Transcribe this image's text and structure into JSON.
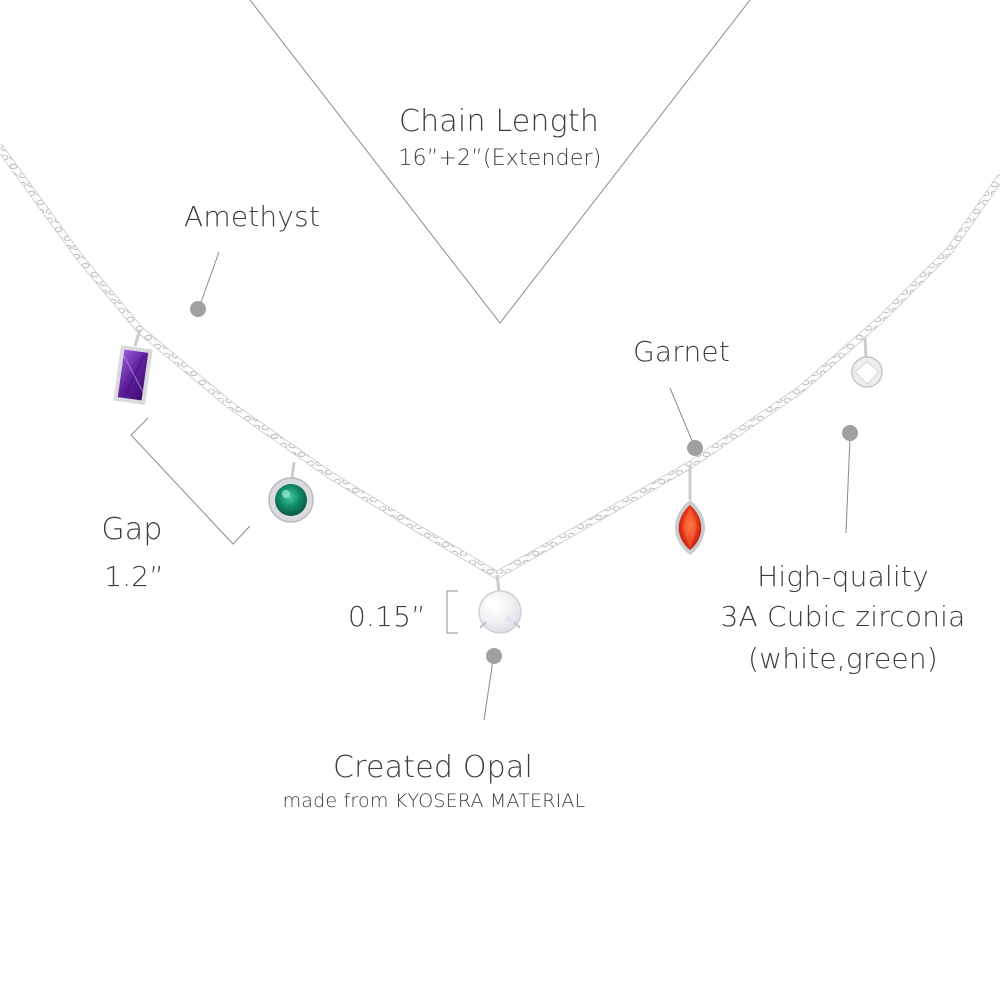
{
  "labels": {
    "chain_length_title": "Chain Length",
    "chain_length_value": "16”+2”(Extender)",
    "amethyst": "Amethyst",
    "garnet": "Garnet",
    "gap_title": "Gap",
    "gap_value": "1.2”",
    "drop_size": "0.15”",
    "opal_title": "Created Opal",
    "opal_subtitle": "made from KYOSERA MATERIAL",
    "cz_line1": "High-quality",
    "cz_line2": "3A Cubic zirconia",
    "cz_line3": "(white,green)"
  },
  "colors": {
    "background": "#ffffff",
    "text": "#3c3c3c",
    "guide_line": "#8a8a8a",
    "pointer_dot": "#a0a0a0",
    "chain": "#c4c6c9",
    "silver": "#d9dbde",
    "amethyst": "#6a2aa6",
    "green_cz": "#138a6a",
    "garnet": "#e23a1c",
    "opal": "#f2f2f2",
    "white_cz": "#f4f4f4"
  },
  "icons": {
    "chain": "necklace-chain-icon",
    "amethyst_stone": "baguette-gem-icon",
    "green_stone": "round-bezel-gem-icon",
    "opal_stone": "round-opal-icon",
    "garnet_stone": "marquise-gem-icon",
    "white_stone": "round-prong-gem-icon"
  }
}
